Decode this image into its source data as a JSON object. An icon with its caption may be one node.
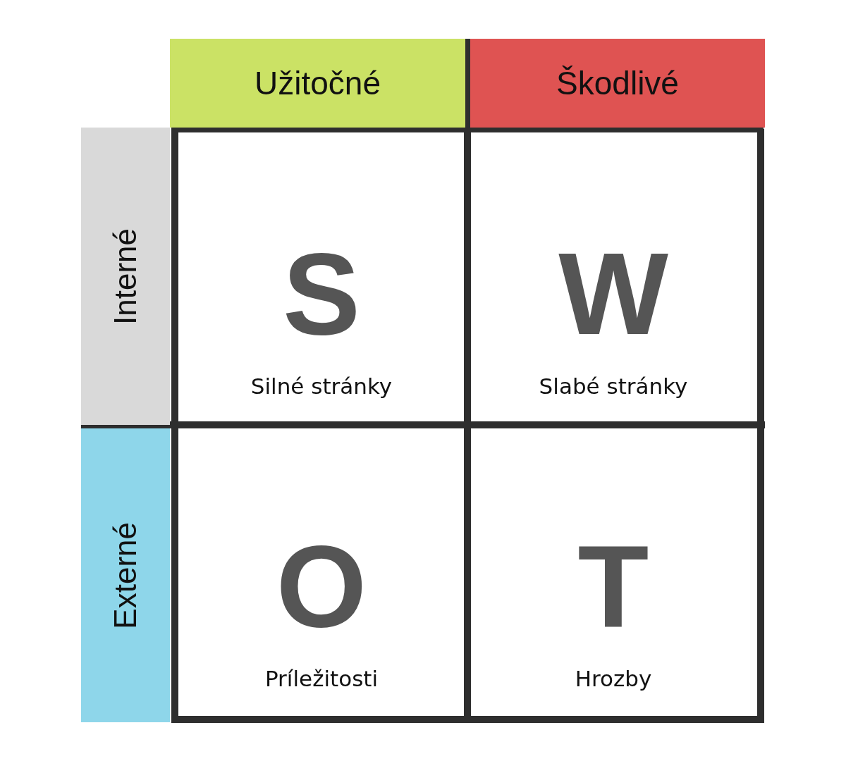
{
  "diagram": {
    "nodes": [
      {
        "text": [
          "Užitočné"
        ]
      },
      {
        "text": [
          "Škodlivé"
        ]
      },
      {
        "text": [
          "Interné"
        ]
      },
      {
        "text": [
          "S",
          "Silné stránky"
        ]
      },
      {
        "text": [
          "W",
          "Slabé stránky"
        ]
      },
      {
        "text": [
          "Externé"
        ]
      },
      {
        "text": [
          "O",
          "Príležitosti"
        ]
      },
      {
        "text": [
          "T",
          "Hrozby"
        ]
      }
    ],
    "edges": []
  }
}
